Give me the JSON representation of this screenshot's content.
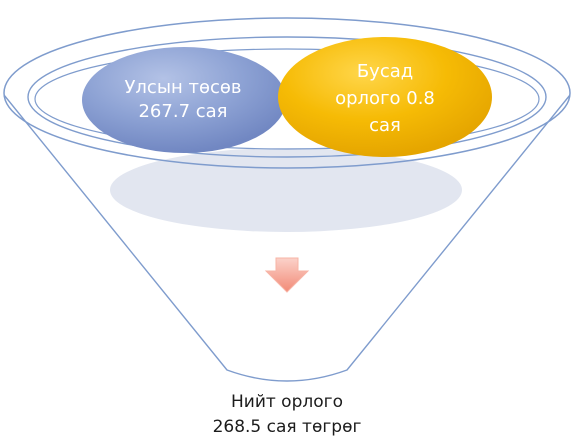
{
  "funnel": {
    "inputs": [
      {
        "label": "Улсын төсөв\n267.7 сая",
        "color": "#8da2d4"
      },
      {
        "label": "Бусад\nорлого 0.8\nсая",
        "color": "#f6bb05"
      }
    ],
    "result": {
      "label": "Нийт орлого\n268.5 сая төгрөг"
    },
    "colors": {
      "outline": "#7f9ccd",
      "disc": "#dfe3ee",
      "arrow": "#f48b7a"
    }
  }
}
